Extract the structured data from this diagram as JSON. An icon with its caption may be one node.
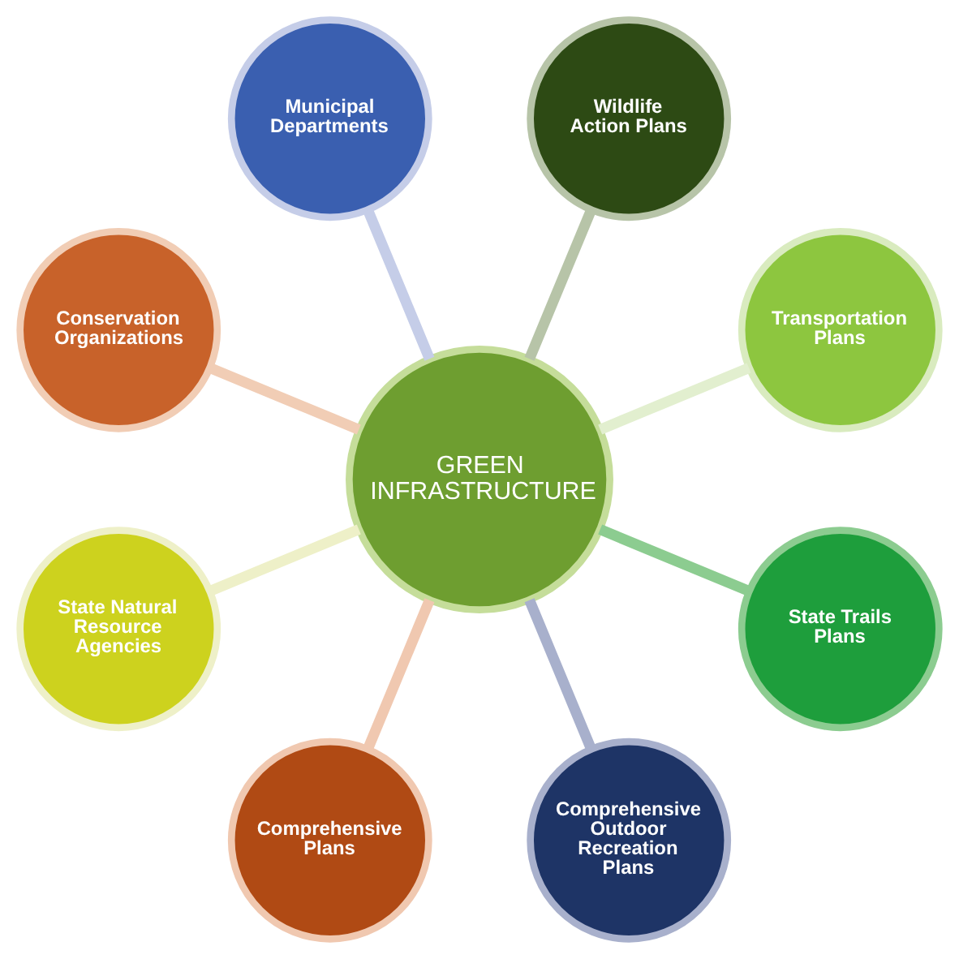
{
  "diagram": {
    "nodes": [
      {
        "text": [
          "Transportation Plans"
        ]
      },
      {
        "text": [
          "Wildlife Action Plans"
        ]
      },
      {
        "text": [
          "Municipal Departments"
        ]
      },
      {
        "text": [
          "Conservation Organizations"
        ]
      },
      {
        "text": [
          "State Natural Resource Agencies"
        ]
      },
      {
        "text": [
          "GREEN INFRASTRUCTURE"
        ]
      },
      {
        "text": [
          "Comprehensive Plans"
        ]
      },
      {
        "text": [
          "Comprehensive Outdoor Recreation Plans"
        ]
      },
      {
        "text": [
          "State Trails Plans"
        ]
      }
    ],
    "edges": [
      {
        "from": 5,
        "to": 0,
        "arrow": "none",
        "color": "#e2efcf"
      },
      {
        "from": 5,
        "to": 1,
        "arrow": "none",
        "color": "#b7c4a8"
      },
      {
        "from": 5,
        "to": 2,
        "arrow": "none",
        "color": "#c5cde8"
      },
      {
        "from": 5,
        "to": 3,
        "arrow": "none",
        "color": "#f1cdb5"
      },
      {
        "from": 5,
        "to": 4,
        "arrow": "none",
        "color": "#eef0c8"
      },
      {
        "from": 5,
        "to": 6,
        "arrow": "none",
        "color": "#f0c8b0"
      },
      {
        "from": 5,
        "to": 7,
        "arrow": "none",
        "color": "#a8b0cc"
      },
      {
        "from": 5,
        "to": 8,
        "arrow": "none",
        "color": "#8ccc90"
      }
    ]
  }
}
